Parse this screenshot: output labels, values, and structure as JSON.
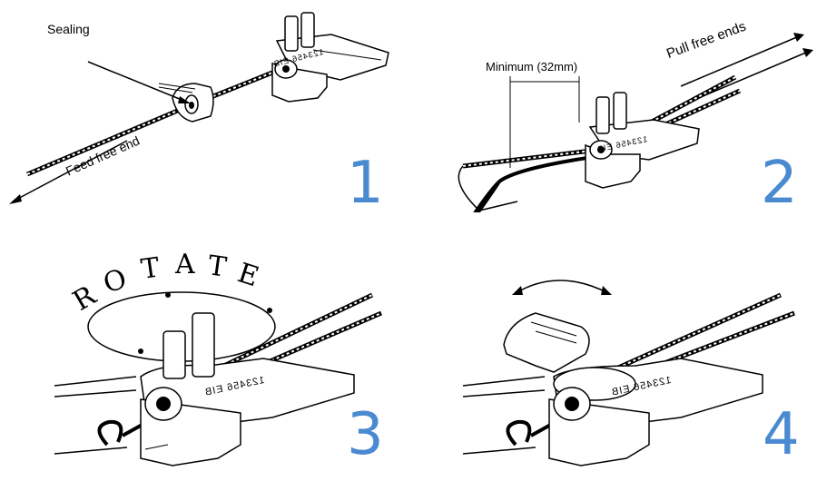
{
  "panels": [
    {
      "step": "1",
      "labels": {
        "sealing": "Sealing",
        "feed": "Feed free end"
      },
      "seal_text": "123456 EIB"
    },
    {
      "step": "2",
      "labels": {
        "minimum": "Minimum (32mm)",
        "pull": "Pull free ends"
      },
      "seal_text": "123456 EIB"
    },
    {
      "step": "3",
      "labels": {
        "rotate": [
          "R",
          "O",
          "T",
          "A",
          "T",
          "E"
        ]
      },
      "seal_text": "123456 EIB"
    },
    {
      "step": "4",
      "labels": {},
      "seal_text": "123456 EIB"
    }
  ],
  "colors": {
    "step_number": "#4a8ad0",
    "line": "#000000"
  }
}
